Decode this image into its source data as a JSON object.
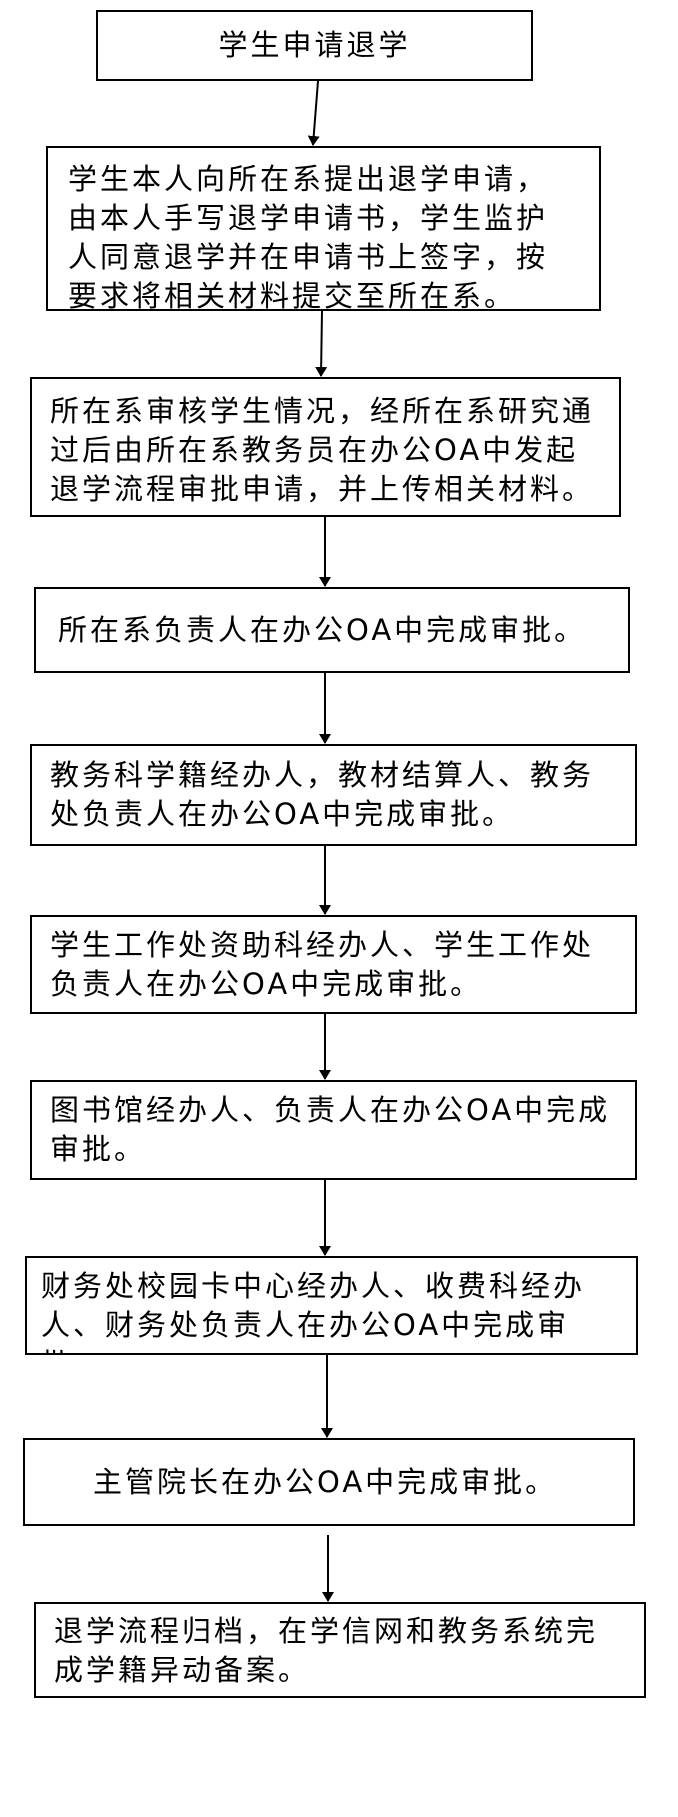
{
  "flow": {
    "steps": [
      "学生申请退学",
      "学生本人向所在系提出退学申请，由本人手写退学申请书，学生监护人同意退学并在申请书上签字，按要求将相关材料提交至所在系。",
      "所在系审核学生情况，经所在系研究通过后由所在系教务员在办公OA中发起退学流程审批申请，并上传相关材料。",
      "所在系负责人在办公OA中完成审批。",
      "教务科学籍经办人，教材结算人、教务处负责人在办公OA中完成审批。",
      "学生工作处资助科经办人、学生工作处负责人在办公OA中完成审批。",
      "图书馆经办人、负责人在办公OA中完成审批。",
      "财务处校园卡中心经办人、收费科经办人、财务处负责人在办公OA中完成审批。",
      "主管院长在办公OA中完成审批。",
      "退学流程归档，在学信网和教务系统完成学籍异动备案。"
    ]
  }
}
